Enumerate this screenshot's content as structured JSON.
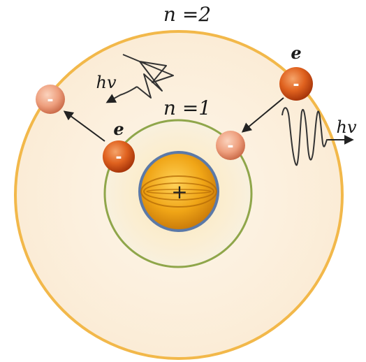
{
  "diagram": {
    "orbit_outer_label": "n =2",
    "orbit_inner_label": "n =1",
    "electron_label": "e",
    "photon_label": "hv",
    "electron_charge": "-",
    "nucleus_charge": "+"
  },
  "colors": {
    "outer_orbit_ring": "#f2b84a",
    "outer_orbit_fill": "#fbf1e2",
    "inner_orbit_ring": "#8fa64a",
    "nucleus_ring": "#5b79a8",
    "nucleus_fill": "#e9a417",
    "electron_dark": "#d9541a",
    "electron_light": "#ec9c7c",
    "arrow": "#222222"
  }
}
